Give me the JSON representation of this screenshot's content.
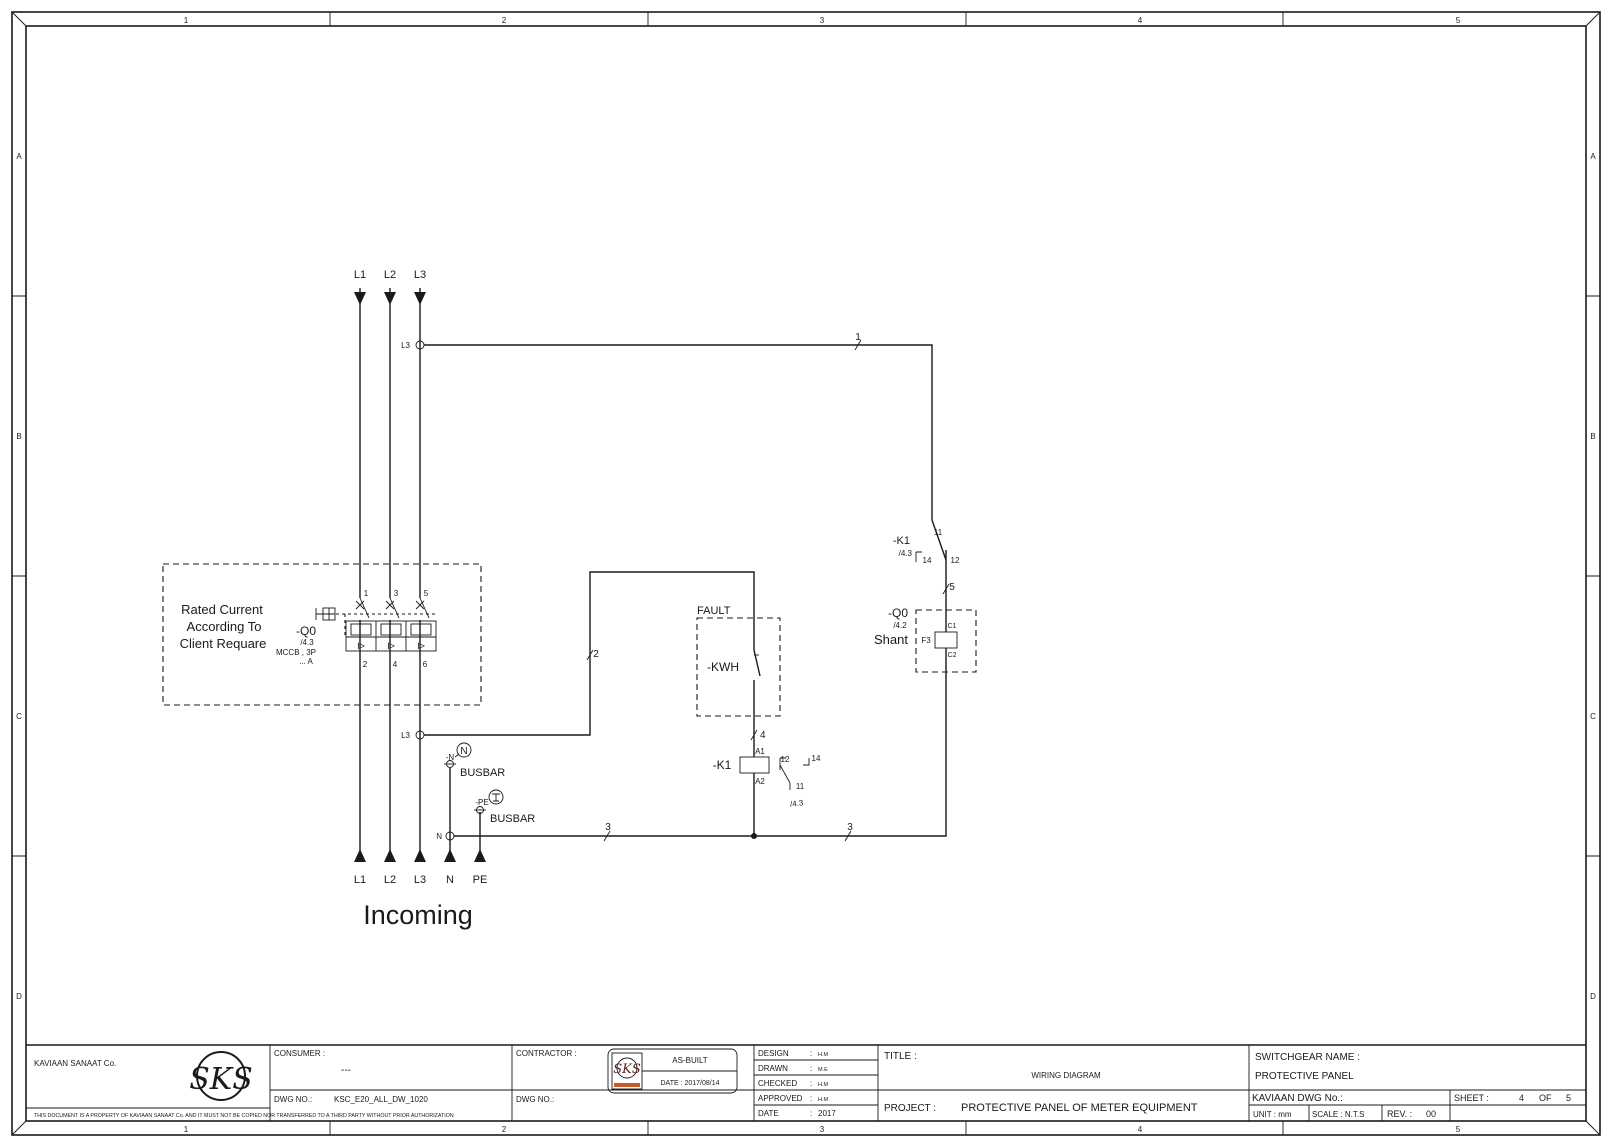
{
  "border": {
    "columns": [
      "1",
      "2",
      "3",
      "4",
      "5"
    ],
    "rows": [
      "A",
      "B",
      "C",
      "D"
    ]
  },
  "incoming": {
    "top_labels": [
      "L1",
      "L2",
      "L3"
    ],
    "bottom_labels": [
      "L1",
      "L2",
      "L3",
      "N",
      "PE"
    ],
    "title": "Incoming"
  },
  "breaker": {
    "note_lines": [
      "Rated  Current",
      "According To",
      "Client Requare"
    ],
    "tag": "-Q0",
    "ref": "/4.3",
    "type": "MCCB , 3P",
    "rating": "... A",
    "pole_top": [
      "1",
      "3",
      "5"
    ],
    "pole_bottom": [
      "2",
      "4",
      "6"
    ],
    "trip_symbol": "I>"
  },
  "terminals": {
    "l3_top": "L3",
    "l3_mid": "L3",
    "n_term": "N",
    "n_busbar_tag": "-N",
    "n_busbar_symbol": "N",
    "n_busbar_label": "BUSBAR",
    "pe_busbar_tag": "-PE",
    "pe_busbar_label": "BUSBAR"
  },
  "wires": {
    "w1": "1",
    "w2": "2",
    "w3a": "3",
    "w3b": "3",
    "w4": "4",
    "w5": "5"
  },
  "kwh": {
    "fault_label": "FAULT",
    "tag": "-KWH"
  },
  "relay_k1": {
    "tag": "-K1",
    "a1": "A1",
    "a2": "A2",
    "contact_12": "12",
    "contact_14": "14",
    "contact_11": "11",
    "ref": "/4.3"
  },
  "k1_contact": {
    "tag": "-K1",
    "ref": "/4.3",
    "pin_14": "14",
    "pin_11": "11",
    "pin_12": "12"
  },
  "shunt": {
    "tag": "-Q0",
    "ref": "/4.2",
    "label": "Shant",
    "coil": "F3",
    "c1": "C1",
    "c2": "C2"
  },
  "title_block": {
    "company": "KAVIAAN SANAAT Co.",
    "disclaimer": "THIS DOCUMENT IS A PROPERTY OF KAVIAAN SANAAT Co. AND IT MUST NOT BE COPIED NOR TRANSFERRED TO A THIRD PARTY WITHOUT PRIOR AUTHORIZATION",
    "logo_letters": "SKS",
    "consumer_label": "CONSUMER :",
    "consumer_value": "---",
    "dwg_no_label": "DWG  NO.:",
    "dwg_no_value": "KSC_E20_ALL_DW_1020",
    "contractor_label": "CONTRACTOR :",
    "contractor_dwg_label": "DWG  NO.:",
    "stamp_title": "AS-BUILT",
    "stamp_date": "DATE : 2017/08/14",
    "design_label": "DESIGN",
    "design_value": "H.M",
    "drawn_label": "DRAWN",
    "drawn_value": "M.E",
    "checked_label": "CHECKED",
    "checked_value": "H.M",
    "approved_label": "APPROVED",
    "approved_value": "H.M",
    "date_label": "DATE",
    "date_value": "2017",
    "colon": ":",
    "title_label": "TITLE :",
    "title_value": "WIRING DIAGRAM",
    "project_label": "PROJECT :",
    "project_value": "PROTECTIVE PANEL OF METER EQUIPMENT",
    "switchgear_label": "SWITCHGEAR NAME :",
    "switchgear_value": "PROTECTIVE PANEL",
    "kaviaan_dwg_label": "KAVIAAN DWG No.:",
    "sheet_label": "SHEET :",
    "sheet_no": "4",
    "sheet_of": "OF",
    "sheet_total": "5",
    "unit_label": "UNIT : mm",
    "scale_label": "SCALE : N.T.S",
    "rev_label": "REV. :",
    "rev_value": "00"
  }
}
